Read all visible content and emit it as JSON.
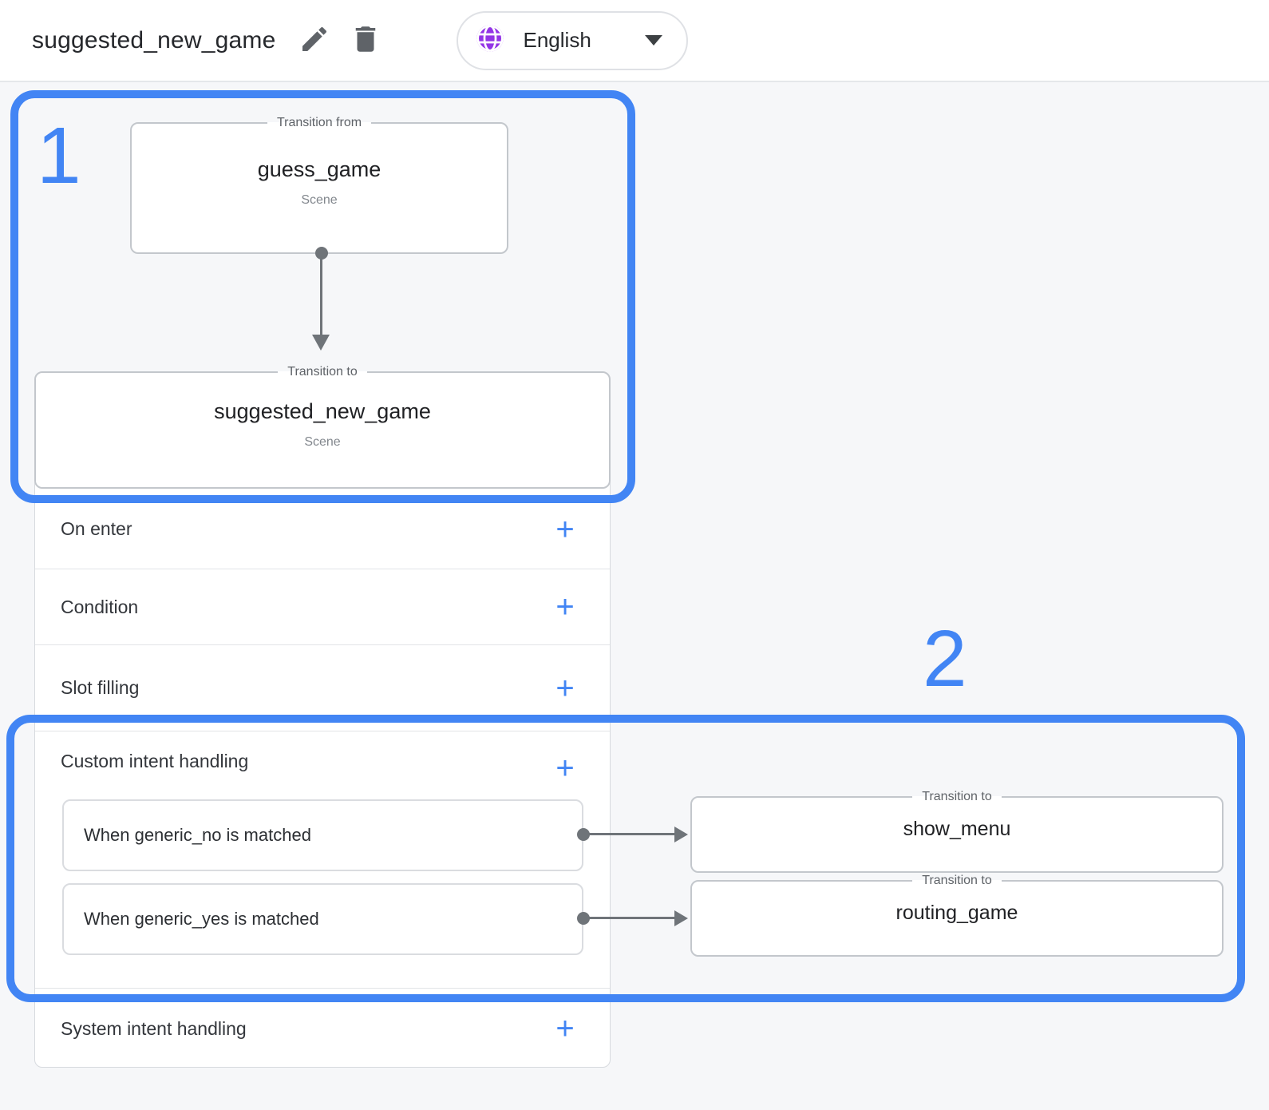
{
  "header": {
    "title": "suggested_new_game",
    "language": {
      "label": "English"
    }
  },
  "icons": {
    "plus": "+",
    "edit": "pencil-icon",
    "delete": "trash-icon",
    "language": "globe-icon",
    "expand": "caret-down-icon"
  },
  "colors": {
    "annotation_blue": "#4285f4",
    "globe_purple": "#9334e6",
    "connector_gray": "#6f7479",
    "current_scene_fill": "#f1f3f4"
  },
  "annotations": {
    "step1": "1",
    "step2": "2"
  },
  "diagram": {
    "transition_from": {
      "legend": "Transition from",
      "scene_name": "guess_game",
      "scene_type": "Scene"
    },
    "transition_to": {
      "legend": "Transition to",
      "scene_name": "suggested_new_game",
      "scene_type": "Scene"
    }
  },
  "sections": {
    "on_enter": {
      "label": "On enter"
    },
    "condition": {
      "label": "Condition"
    },
    "slot_filling": {
      "label": "Slot filling"
    },
    "custom_intent": {
      "label": "Custom intent handling"
    },
    "system_intent": {
      "label": "System intent handling"
    }
  },
  "custom_intent_handlers": [
    {
      "when": "When generic_no is matched",
      "transition": {
        "legend": "Transition to",
        "scene_name": "show_menu"
      }
    },
    {
      "when": "When generic_yes is matched",
      "transition": {
        "legend": "Transition to",
        "scene_name": "routing_game"
      }
    }
  ]
}
